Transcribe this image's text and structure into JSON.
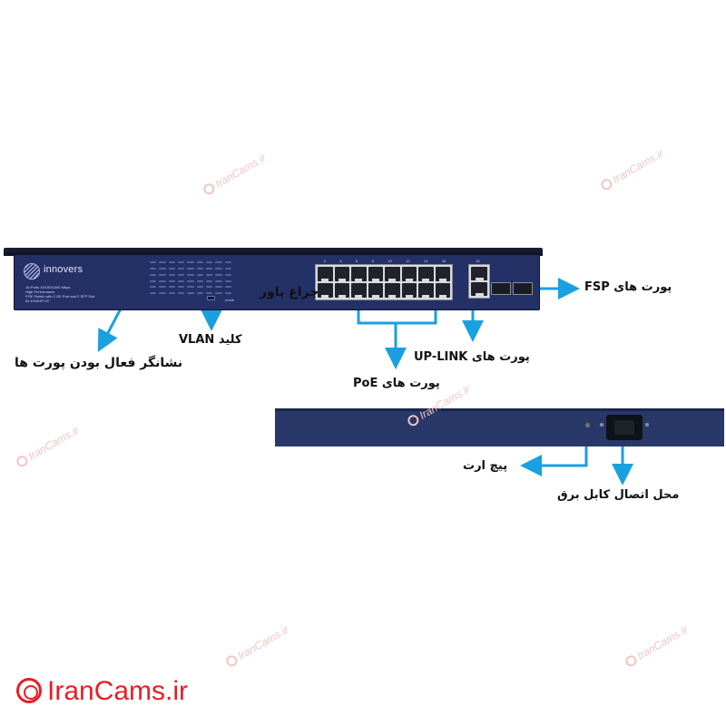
{
  "front": {
    "brand": "innovers",
    "spec_lines": [
      "16-Ports 10/100/1000 Mbps",
      "High Performance",
      "POE Switch with 2 GE Port and 2 SFP Slot",
      "IN-1016GP-2C"
    ],
    "mode_label": "mode",
    "port_numbers_top": [
      "2",
      "4",
      "6",
      "8",
      "10",
      "12",
      "14",
      "16"
    ],
    "uplink_number": "18"
  },
  "labels": {
    "power_led": "چراغ پاور",
    "vlan_key": "کلید VLAN",
    "port_indicators": "نشانگر فعال بودن پورت ها",
    "poe_ports": "پورت های PoE",
    "uplink_ports": "پورت های UP-LINK",
    "fsp_ports": "پورت های FSP",
    "earth_screw": "پیچ ارت",
    "power_cable": "محل اتصال کابل برق"
  },
  "watermark": "IranCams.ir",
  "footer_logo": "IranCams.ir",
  "colors": {
    "arrow": "#1aa0e0",
    "panel": "#243166",
    "brand_red": "#e61e25"
  }
}
